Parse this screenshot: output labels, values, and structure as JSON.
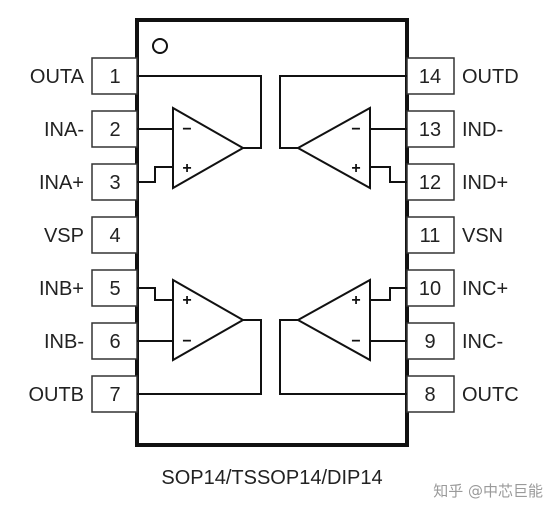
{
  "package": {
    "caption": "SOP14/TSSOP14/DIP14"
  },
  "pins_left": [
    {
      "num": "1",
      "label": "OUTA"
    },
    {
      "num": "2",
      "label": "INA-"
    },
    {
      "num": "3",
      "label": "INA+"
    },
    {
      "num": "4",
      "label": "VSP"
    },
    {
      "num": "5",
      "label": "INB+"
    },
    {
      "num": "6",
      "label": "INB-"
    },
    {
      "num": "7",
      "label": "OUTB"
    }
  ],
  "pins_right": [
    {
      "num": "14",
      "label": "OUTD"
    },
    {
      "num": "13",
      "label": "IND-"
    },
    {
      "num": "12",
      "label": "IND+"
    },
    {
      "num": "11",
      "label": "VSN"
    },
    {
      "num": "10",
      "label": "INC+"
    },
    {
      "num": "9",
      "label": "INC-"
    },
    {
      "num": "8",
      "label": "OUTC"
    }
  ],
  "amplifiers": {
    "minus": "−",
    "plus": "+"
  },
  "watermark": "知乎 @中芯巨能"
}
